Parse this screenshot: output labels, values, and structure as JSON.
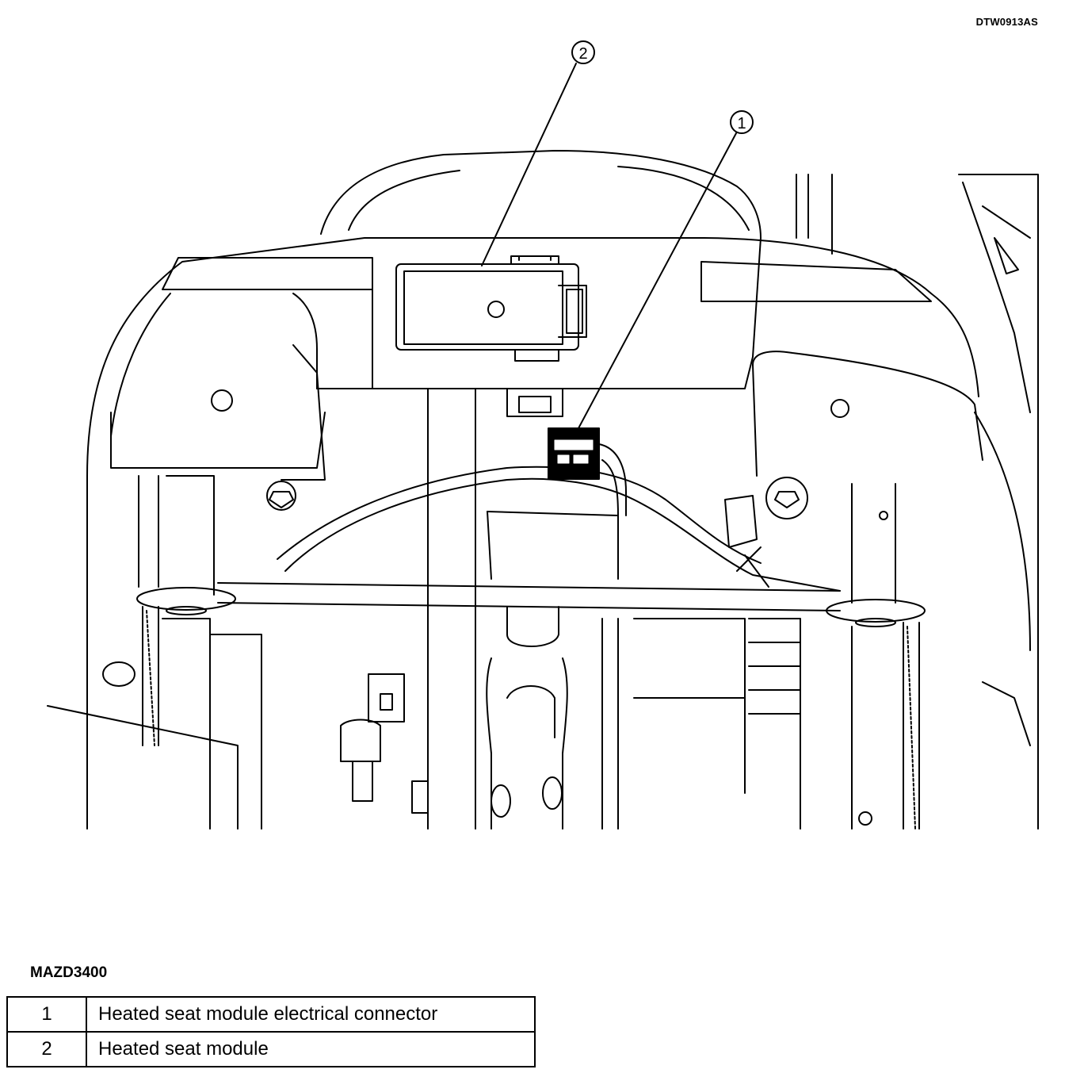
{
  "header": {
    "figure_id": "DTW0913AS"
  },
  "callouts": [
    {
      "number": "1"
    },
    {
      "number": "2"
    }
  ],
  "footer": {
    "source_code": "MAZD3400"
  },
  "legend": {
    "rows": [
      {
        "number": "1",
        "description": "Heated seat module electrical connector"
      },
      {
        "number": "2",
        "description": "Heated seat module"
      }
    ]
  }
}
